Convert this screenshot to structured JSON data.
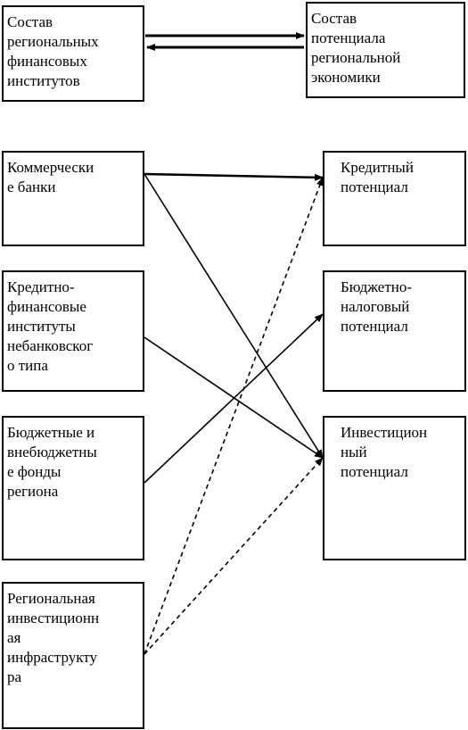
{
  "header": {
    "left": "Состав\nрегиональных\nфинансовых\nинститутов",
    "right": "Состав\nпотенциала\nрегиональной\nэкономики"
  },
  "institutions": {
    "banks": "Коммерчески\nе банки",
    "nonbank": "Кредитно-\nфинансовые\nинституты\nнебанковског\nо типа",
    "funds": "Бюджетные и\nвнебюджетны\nе фонды\nрегиона",
    "infra": "Региональная\nинвестиционн\nая\nинфраструкту\nра"
  },
  "potentials": {
    "credit": "Кредитный\nпотенциал",
    "budget": "Бюджетно-\nналоговый\nпотенциал",
    "invest": "Инвестицион\nный\nпотенциал"
  },
  "connections": [
    {
      "from": "banks",
      "to": "credit",
      "style": "solid"
    },
    {
      "from": "banks",
      "to": "invest",
      "style": "solid"
    },
    {
      "from": "nonbank",
      "to": "invest",
      "style": "solid"
    },
    {
      "from": "funds",
      "to": "budget",
      "style": "solid"
    },
    {
      "from": "infra",
      "to": "credit",
      "style": "dashed"
    },
    {
      "from": "infra",
      "to": "invest",
      "style": "dashed"
    }
  ],
  "colors": {
    "line": "#000000",
    "background": "#ffffff"
  }
}
